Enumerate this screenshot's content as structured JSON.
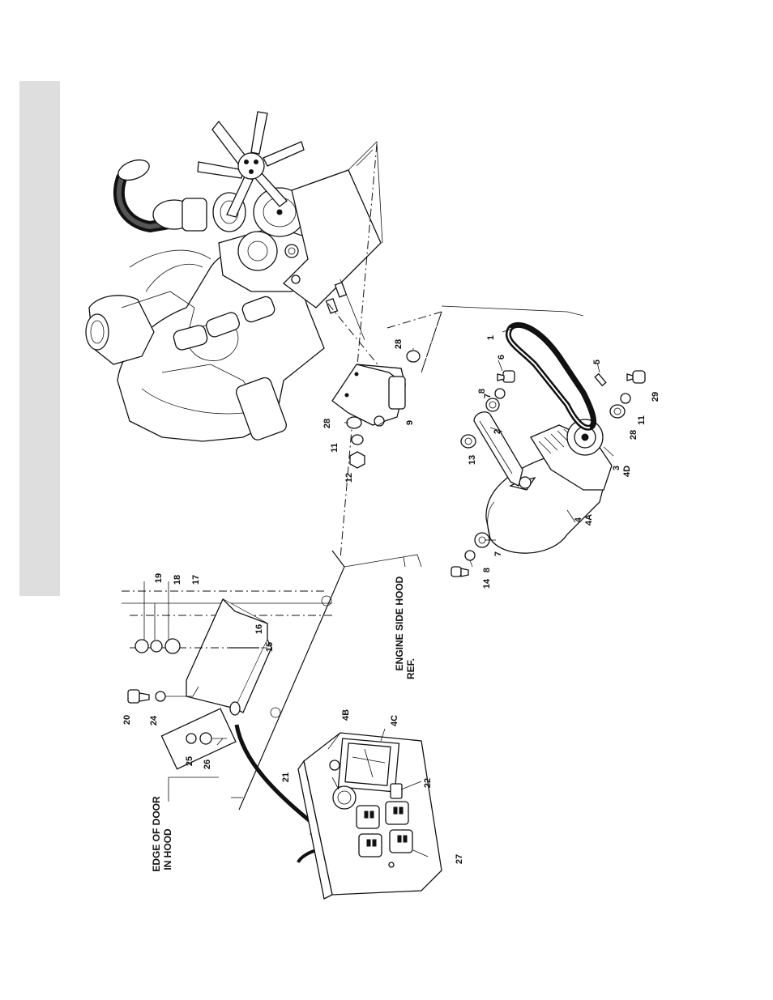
{
  "side_band": {
    "color": "#dedede"
  },
  "callouts": {
    "edge_of_door": [
      "EDGE OF DOOR",
      "IN HOOD"
    ],
    "engine_side_hood": [
      "ENGINE SIDE HOOD",
      "REF."
    ]
  },
  "part_numbers": {
    "n1": "1",
    "n2": "2",
    "n3": "3",
    "n4": "4",
    "n4a": "4A",
    "n4b": "4B",
    "n4c": "4C",
    "n4d": "4D",
    "n5": "5",
    "n6": "6",
    "n7a": "7",
    "n7b": "7",
    "n8a": "8",
    "n8b": "8",
    "n9": "9",
    "n11a": "11",
    "n11b": "11",
    "n12": "12",
    "n13": "13",
    "n14": "14",
    "n15": "15",
    "n16": "16",
    "n17": "17",
    "n18": "18",
    "n19": "19",
    "n20": "20",
    "n21": "21",
    "n22": "22",
    "n24": "24",
    "n25": "25",
    "n26": "26",
    "n27": "27",
    "n28a": "28",
    "n28b": "28",
    "n28c": "28",
    "n29": "29"
  }
}
